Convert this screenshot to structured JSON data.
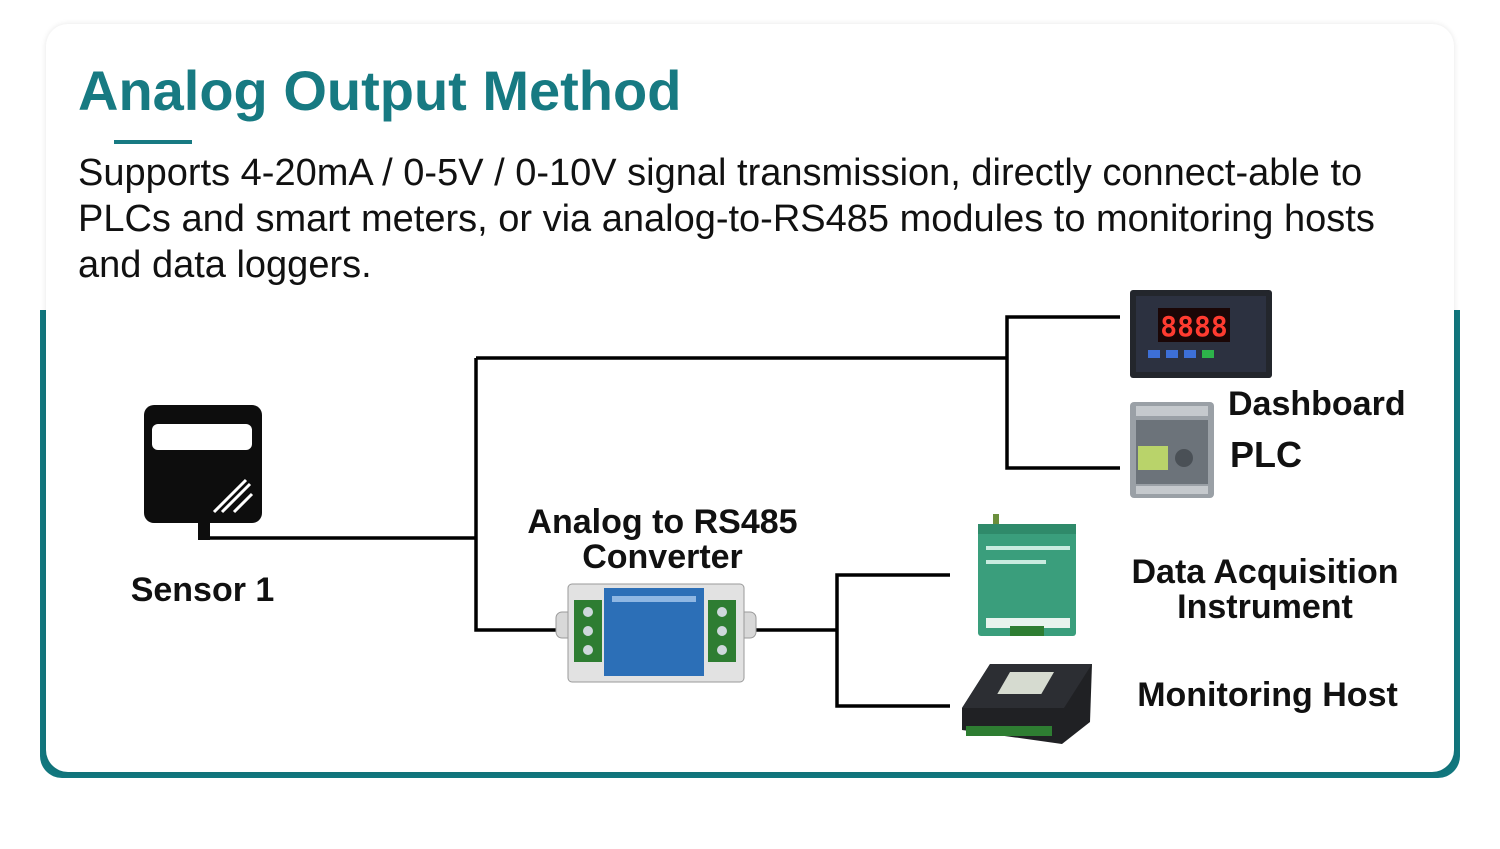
{
  "header": {
    "title": "Analog Output Method",
    "description": "Supports 4-20mA / 0-5V / 0-10V signal transmission, directly connect-able to PLCs and smart meters, or via analog-to-RS485 modules to monitoring hosts and data loggers."
  },
  "nodes": {
    "sensor": {
      "label": "Sensor 1"
    },
    "converter": {
      "label_line1": "Analog to RS485",
      "label_line2": "Converter"
    },
    "dashboard": {
      "label": "Dashboard",
      "display_digits": "8888"
    },
    "plc": {
      "label": "PLC"
    },
    "daq": {
      "label_line1": "Data Acquisition",
      "label_line2": "Instrument"
    },
    "monitoring_host": {
      "label": "Monitoring Host"
    }
  },
  "colors": {
    "accent": "#177a82",
    "frame": "#12777e",
    "line": "#000000",
    "text": "#111111"
  }
}
